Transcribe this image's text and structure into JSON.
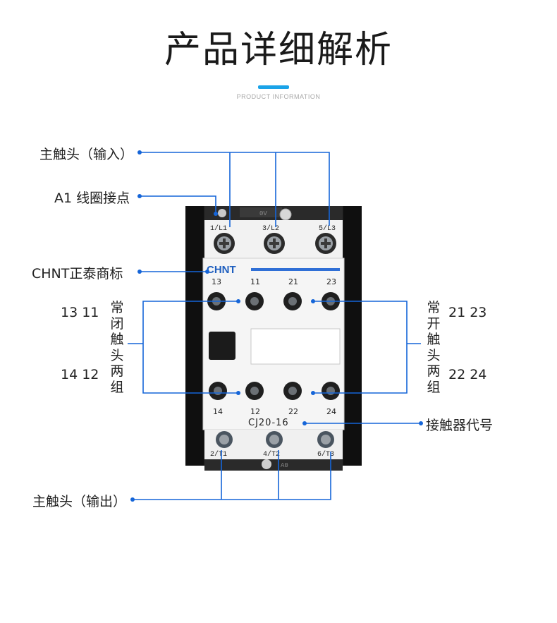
{
  "header": {
    "title": "产品详细解析",
    "subtitle": "PRODUCT INFORMATION",
    "accent_color": "#1aa3e8"
  },
  "callouts": {
    "main_contact_input": "主触头（输入）",
    "a1_coil_contact": "A1 线圈接点",
    "brand_mark": "CHNT正泰商标",
    "nc_label": "常闭触头两组",
    "no_label": "常开触头两组",
    "model_code": "接触器代号",
    "main_contact_output": "主触头（输出）",
    "nc_numbers_top": "13  11",
    "nc_numbers_bottom": "14  12",
    "no_numbers_top": "21  23",
    "no_numbers_bottom": "22  24",
    "line_color": "#1565d8"
  },
  "device": {
    "brand": "CHNT",
    "model": "CJ20-16",
    "top_terminals": [
      "1/L1",
      "3/L2",
      "5/L3"
    ],
    "bottom_terminals": [
      "2/T1",
      "4/T2",
      "6/T3"
    ],
    "aux_top_numbers": [
      "13",
      "11",
      "21",
      "23"
    ],
    "aux_bottom_numbers": [
      "14",
      "12",
      "22",
      "24"
    ],
    "top_strip_text": "0V",
    "bottom_strip_text": "A0"
  }
}
